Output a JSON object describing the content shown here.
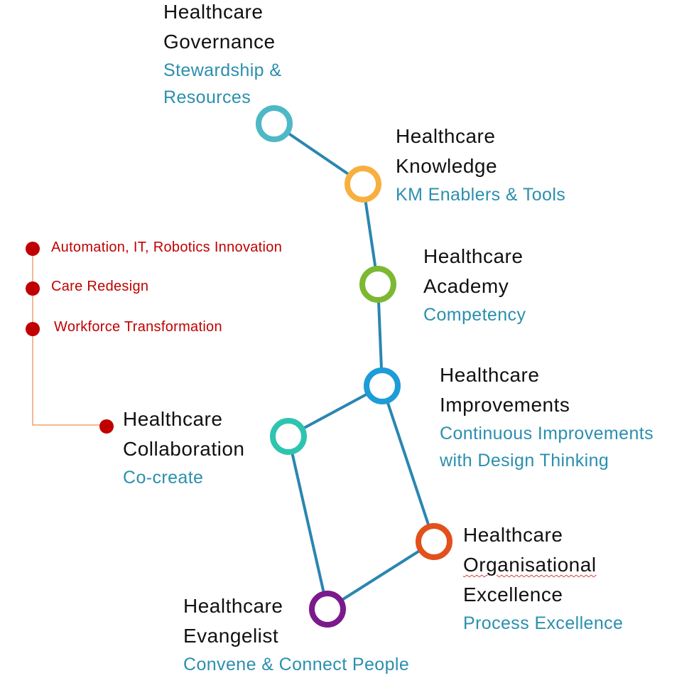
{
  "nodes": {
    "governance": {
      "title_1": "Healthcare",
      "title_2": "Governance",
      "sub_1": "Stewardship &",
      "sub_2": "Resources",
      "color": "#4fb8c6"
    },
    "knowledge": {
      "title_1": "Healthcare",
      "title_2": "Knowledge",
      "sub_1": "KM Enablers & Tools",
      "color": "#f7b040"
    },
    "academy": {
      "title_1": "Healthcare",
      "title_2": "Academy",
      "sub_1": "Competency",
      "color": "#7cb832"
    },
    "improvements": {
      "title_1": "Healthcare",
      "title_2": "Improvements",
      "sub_1": "Continuous Improvements",
      "sub_2": "with Design Thinking",
      "color": "#1c9cd8"
    },
    "collaboration": {
      "title_1": "Healthcare",
      "title_2": "Collaboration",
      "sub_1": "Co-create",
      "color": "#2ec4b0"
    },
    "organisational": {
      "title_1": "Healthcare",
      "title_2": "Organisational",
      "title_3": "Excellence",
      "sub_1": "Process Excellence",
      "color": "#e2501c"
    },
    "evangelist": {
      "title_1": "Healthcare",
      "title_2": "Evangelist",
      "sub_1": "Convene & Connect People",
      "color": "#7a1a8c"
    }
  },
  "side_list": {
    "items": [
      "Automation, IT, Robotics Innovation",
      "Care Redesign",
      "Workforce Transformation"
    ],
    "dot_color": "#c00000",
    "line_color": "#f0a070"
  },
  "colors": {
    "connector": "#2a86b0",
    "title_text": "#111111",
    "subtitle_text": "#2b8fae",
    "side_text": "#c00000"
  }
}
